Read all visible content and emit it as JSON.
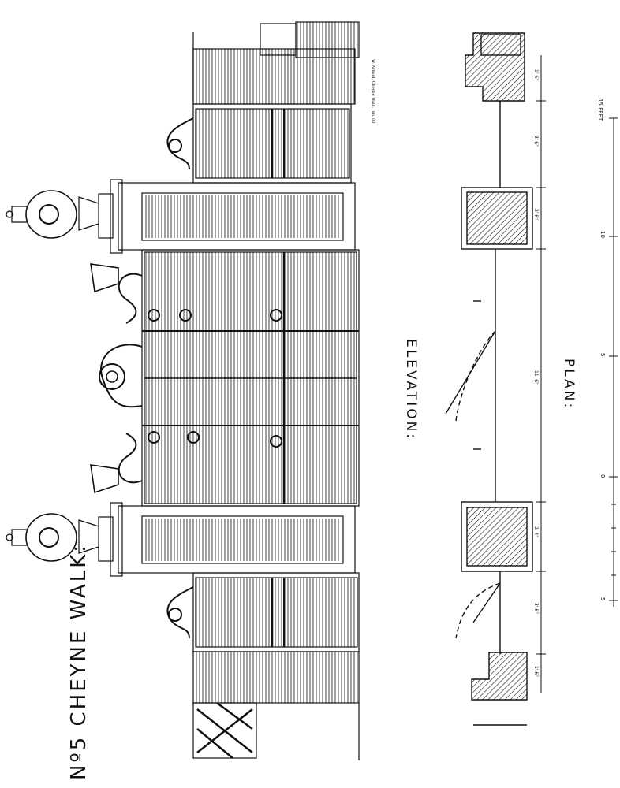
{
  "title": "Nº5 CHEYNE WALK:",
  "views": {
    "elevation_label": "ELEVATION:",
    "plan_label": "PLAN:"
  },
  "signature": "W. Arnold, Cheyne Walk, Jan. 03",
  "scale": {
    "unit_label": "15 FEET",
    "ticks": [
      "10",
      "5",
      "0",
      "5"
    ]
  },
  "dimensions": [
    "1' 6\"",
    "3' 6\"",
    "2' 6\"",
    "11' 6\"",
    "2' 4\"",
    "3' 6\"",
    "1' 6\""
  ],
  "colors": {
    "ink": "#111111",
    "paper": "#ffffff"
  }
}
